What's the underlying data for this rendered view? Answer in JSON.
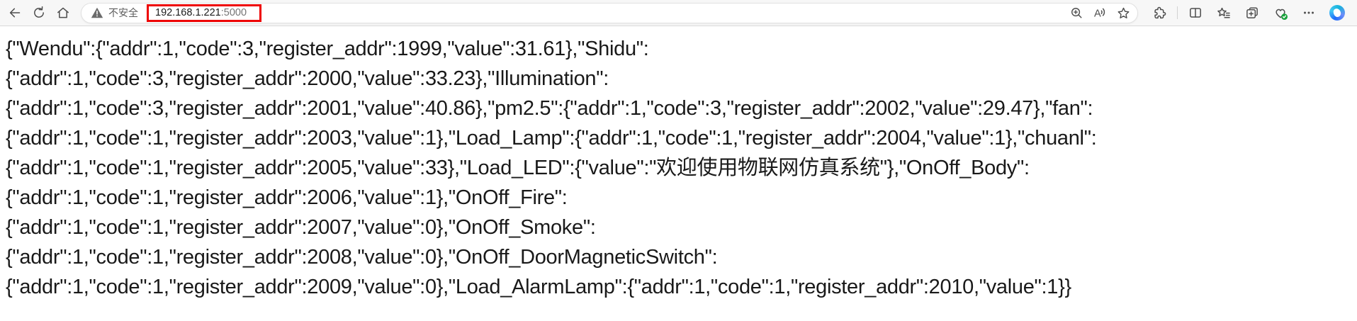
{
  "browser": {
    "toolbar_icons": [
      "back-icon",
      "refresh-icon",
      "home-icon"
    ],
    "address_bar": {
      "security_icon": "warning-triangle-icon",
      "security_label": "不安全",
      "url_host": "192.168.1.221",
      "url_port": ":5000",
      "pill_icons": [
        "zoom-in-icon",
        "read-aloud-icon",
        "add-favorite-star-icon"
      ]
    },
    "annotation": {
      "shape": "rectangle-outline",
      "color": "#ee0000",
      "target": "address-url"
    },
    "right_icons": [
      "extensions-icon",
      "split-screen-icon",
      "favorites-icon",
      "collections-icon",
      "browser-essentials-icon",
      "more-options-icon",
      "copilot-icon"
    ]
  },
  "content": {
    "description": "raw JSON response rendered by browser",
    "lines": [
      "{\"Wendu\":{\"addr\":1,\"code\":3,\"register_addr\":1999,\"value\":31.61},\"Shidu\":",
      "{\"addr\":1,\"code\":3,\"register_addr\":2000,\"value\":33.23},\"Illumination\":",
      "{\"addr\":1,\"code\":3,\"register_addr\":2001,\"value\":40.86},\"pm2.5\":{\"addr\":1,\"code\":3,\"register_addr\":2002,\"value\":29.47},\"fan\":",
      "{\"addr\":1,\"code\":1,\"register_addr\":2003,\"value\":1},\"Load_Lamp\":{\"addr\":1,\"code\":1,\"register_addr\":2004,\"value\":1},\"chuanl\":",
      "{\"addr\":1,\"code\":1,\"register_addr\":2005,\"value\":33},\"Load_LED\":{\"value\":\"欢迎使用物联网仿真系统\"},\"OnOff_Body\":",
      "{\"addr\":1,\"code\":1,\"register_addr\":2006,\"value\":1},\"OnOff_Fire\":",
      "{\"addr\":1,\"code\":1,\"register_addr\":2007,\"value\":0},\"OnOff_Smoke\":",
      "{\"addr\":1,\"code\":1,\"register_addr\":2008,\"value\":0},\"OnOff_DoorMagneticSwitch\":",
      "{\"addr\":1,\"code\":1,\"register_addr\":2009,\"value\":0},\"Load_AlarmLamp\":{\"addr\":1,\"code\":1,\"register_addr\":2010,\"value\":1}}"
    ],
    "colors": {
      "body_text": "#191919",
      "background": "#ffffff"
    }
  }
}
